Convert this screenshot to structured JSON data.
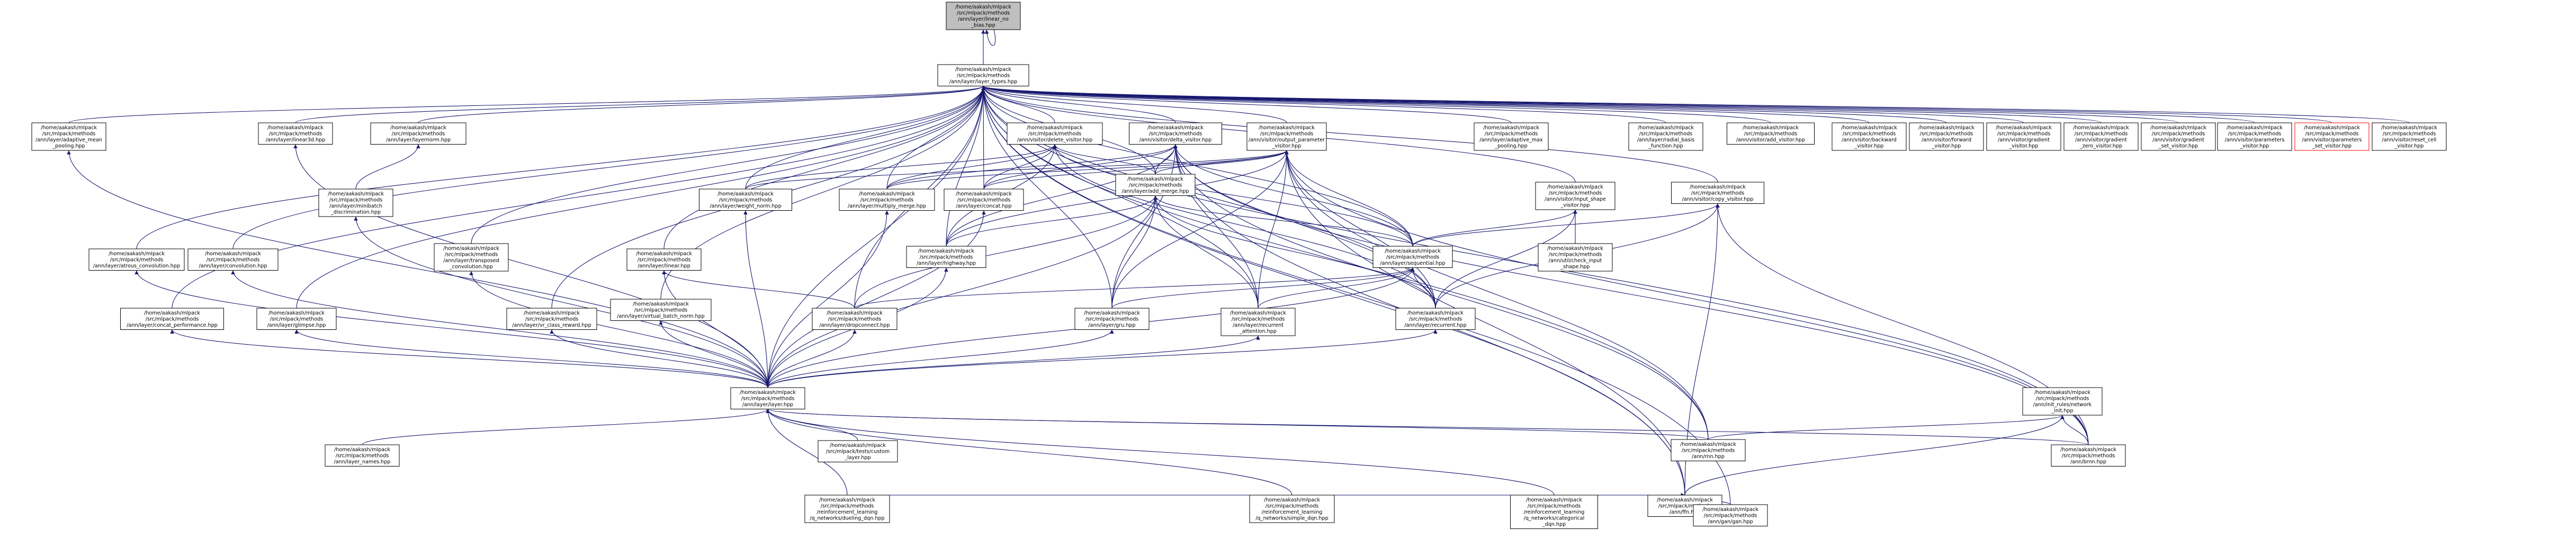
{
  "diagram": {
    "nodes": [
      {
        "id": "root",
        "lines": [
          "/home/aakash/mlpack",
          "/src/mlpack/methods",
          "/ann/layer/linear_no",
          "_bias.hpp"
        ],
        "style": "root"
      },
      {
        "id": "layer_types",
        "lines": [
          "/home/aakash/mlpack",
          "/src/mlpack/methods",
          "/ann/layer/layer_types.hpp"
        ]
      },
      {
        "id": "adaptive_mean_pooling",
        "lines": [
          "/home/aakash/mlpack",
          "/src/mlpack/methods",
          "/ann/layer/adaptive_mean",
          "_pooling.hpp"
        ]
      },
      {
        "id": "linear3d",
        "lines": [
          "/home/aakash/mlpack",
          "/src/mlpack/methods",
          "/ann/layer/linear3d.hpp"
        ]
      },
      {
        "id": "layer_norm",
        "lines": [
          "/home/aakash/mlpack",
          "/src/mlpack/methods",
          "/ann/layer/layernorm.hpp"
        ]
      },
      {
        "id": "minibatch_discrimination",
        "lines": [
          "/home/aakash/mlpack",
          "/src/mlpack/methods",
          "/ann/layer/minibatch",
          "_discrimination.hpp"
        ]
      },
      {
        "id": "atrous_convolution",
        "lines": [
          "/home/aakash/mlpack",
          "/src/mlpack/methods",
          "/ann/layer/atrous_convolution.hpp"
        ]
      },
      {
        "id": "convolution",
        "lines": [
          "/home/aakash/mlpack",
          "/src/mlpack/methods",
          "/ann/layer/convolution.hpp"
        ]
      },
      {
        "id": "transposed_convolution",
        "lines": [
          "/home/aakash/mlpack",
          "/src/mlpack/methods",
          "/ann/layer/transposed",
          "_convolution.hpp"
        ]
      },
      {
        "id": "virtual_batch_norm",
        "lines": [
          "/home/aakash/mlpack",
          "/src/mlpack/methods",
          "/ann/layer/virtual_batch_norm.hpp"
        ]
      },
      {
        "id": "glimpse",
        "lines": [
          "/home/aakash/mlpack",
          "/src/mlpack/methods",
          "/ann/layer/glimpse.hpp"
        ]
      },
      {
        "id": "vr_class_reward",
        "lines": [
          "/home/aakash/mlpack",
          "/src/mlpack/methods",
          "/ann/layer/vr_class_reward.hpp"
        ]
      },
      {
        "id": "linear",
        "lines": [
          "/home/aakash/mlpack",
          "/src/mlpack/methods",
          "/ann/layer/linear.hpp"
        ]
      },
      {
        "id": "weight_norm",
        "lines": [
          "/home/aakash/mlpack",
          "/src/mlpack/methods",
          "/ann/layer/weight_norm.hpp"
        ]
      },
      {
        "id": "multiply_merge",
        "lines": [
          "/home/aakash/mlpack",
          "/src/mlpack/methods",
          "/ann/layer/multiply_merge.hpp"
        ]
      },
      {
        "id": "concat",
        "lines": [
          "/home/aakash/mlpack",
          "/src/mlpack/methods",
          "/ann/layer/concat.hpp"
        ]
      },
      {
        "id": "delete_visitor",
        "lines": [
          "/home/aakash/mlpack",
          "/src/mlpack/methods",
          "/ann/visitor/delete_visitor.hpp"
        ]
      },
      {
        "id": "delta_visitor",
        "lines": [
          "/home/aakash/mlpack",
          "/src/mlpack/methods",
          "/ann/visitor/delta_visitor.hpp"
        ]
      },
      {
        "id": "output_parameter_visitor",
        "lines": [
          "/home/aakash/mlpack",
          "/src/mlpack/methods",
          "/ann/visitor/output_parameter",
          "_visitor.hpp"
        ]
      },
      {
        "id": "add_merge",
        "lines": [
          "/home/aakash/mlpack",
          "/src/mlpack/methods",
          "/ann/layer/add_merge.hpp"
        ]
      },
      {
        "id": "highway",
        "lines": [
          "/home/aakash/mlpack",
          "/src/mlpack/methods",
          "/ann/layer/highway.hpp"
        ]
      },
      {
        "id": "dropconnect",
        "lines": [
          "/home/aakash/mlpack",
          "/src/mlpack/methods",
          "/ann/layer/dropconnect.hpp"
        ]
      },
      {
        "id": "gru",
        "lines": [
          "/home/aakash/mlpack",
          "/src/mlpack/methods",
          "/ann/layer/gru.hpp"
        ]
      },
      {
        "id": "sequential",
        "lines": [
          "/home/aakash/mlpack",
          "/src/mlpack/methods",
          "/ann/layer/sequential.hpp"
        ]
      },
      {
        "id": "recurrent_attention",
        "lines": [
          "/home/aakash/mlpack",
          "/src/mlpack/methods",
          "/ann/layer/recurrent",
          "_attention.hpp"
        ]
      },
      {
        "id": "recurrent",
        "lines": [
          "/home/aakash/mlpack",
          "/src/mlpack/methods",
          "/ann/layer/recurrent.hpp"
        ]
      },
      {
        "id": "adaptive_max_pooling",
        "lines": [
          "/home/aakash/mlpack",
          "/src/mlpack/methods",
          "/ann/layer/adaptive_max",
          "_pooling.hpp"
        ]
      },
      {
        "id": "input_shape_visitor",
        "lines": [
          "/home/aakash/mlpack",
          "/src/mlpack/methods",
          "/ann/visitor/input_shape",
          "_visitor.hpp"
        ]
      },
      {
        "id": "check_input_shape",
        "lines": [
          "/home/aakash/mlpack",
          "/src/mlpack/methods",
          "/ann/util/check_input",
          "_shape.hpp"
        ]
      },
      {
        "id": "copy_visitor",
        "lines": [
          "/home/aakash/mlpack",
          "/src/mlpack/methods",
          "/ann/visitor/copy_visitor.hpp"
        ]
      },
      {
        "id": "radial_basis_function",
        "lines": [
          "/home/aakash/mlpack",
          "/src/mlpack/methods",
          "/ann/layer/radial_basis",
          "_function.hpp"
        ]
      },
      {
        "id": "add_visitor",
        "lines": [
          "/home/aakash/mlpack",
          "/src/mlpack/methods",
          "/ann/visitor/add_visitor.hpp"
        ]
      },
      {
        "id": "backward_visitor",
        "lines": [
          "/home/aakash/mlpack",
          "/src/mlpack/methods",
          "/ann/visitor/backward",
          "_visitor.hpp"
        ]
      },
      {
        "id": "forward_visitor",
        "lines": [
          "/home/aakash/mlpack",
          "/src/mlpack/methods",
          "/ann/visitor/forward",
          "_visitor.hpp"
        ]
      },
      {
        "id": "gradient_visitor",
        "lines": [
          "/home/aakash/mlpack",
          "/src/mlpack/methods",
          "/ann/visitor/gradient",
          "_visitor.hpp"
        ]
      },
      {
        "id": "gradient_zero_visitor",
        "lines": [
          "/home/aakash/mlpack",
          "/src/mlpack/methods",
          "/ann/visitor/gradient",
          "_zero_visitor.hpp"
        ]
      },
      {
        "id": "gradient_set_visitor",
        "lines": [
          "/home/aakash/mlpack",
          "/src/mlpack/methods",
          "/ann/visitor/gradient",
          "_set_visitor.hpp"
        ]
      },
      {
        "id": "parameters_visitor",
        "lines": [
          "/home/aakash/mlpack",
          "/src/mlpack/methods",
          "/ann/visitor/parameters",
          "_visitor.hpp"
        ]
      },
      {
        "id": "parameters_set_visitor",
        "lines": [
          "/home/aakash/mlpack",
          "/src/mlpack/methods",
          "/ann/visitor/parameters",
          "_set_visitor.hpp"
        ],
        "style": "red"
      },
      {
        "id": "reset_cell_visitor",
        "lines": [
          "/home/aakash/mlpack",
          "/src/mlpack/methods",
          "/ann/visitor/reset_cell",
          "_visitor.hpp"
        ]
      },
      {
        "id": "concat_performance",
        "lines": [
          "/home/aakash/mlpack",
          "/src/mlpack/methods",
          "/ann/layer/concat_performance.hpp"
        ]
      },
      {
        "id": "layer",
        "lines": [
          "/home/aakash/mlpack",
          "/src/mlpack/methods",
          "/ann/layer/layer.hpp"
        ]
      },
      {
        "id": "init_rules_network_init",
        "lines": [
          "/home/aakash/mlpack",
          "/src/mlpack/methods",
          "/ann/init_rules/network",
          "_init.hpp"
        ]
      },
      {
        "id": "layer_names",
        "lines": [
          "/home/aakash/mlpack",
          "/src/mlpack/methods",
          "/ann/layer_names.hpp"
        ]
      },
      {
        "id": "custom_layer",
        "lines": [
          "/home/aakash/mlpack",
          "/src/mlpack/tests/custom",
          "_layer.hpp"
        ]
      },
      {
        "id": "rnn",
        "lines": [
          "/home/aakash/mlpack",
          "/src/mlpack/methods",
          "/ann/rnn.hpp"
        ]
      },
      {
        "id": "ffn",
        "lines": [
          "/home/aakash/mlpack",
          "/src/mlpack/methods",
          "/ann/ffn.hpp"
        ]
      },
      {
        "id": "brnn",
        "lines": [
          "/home/aakash/mlpack",
          "/src/mlpack/methods",
          "/ann/brnn.hpp"
        ]
      },
      {
        "id": "dueling_dqn",
        "lines": [
          "/home/aakash/mlpack",
          "/src/mlpack/methods",
          "/reinforcement_learning",
          "/q_networks/dueling_dqn.hpp"
        ]
      },
      {
        "id": "simple_dqn",
        "lines": [
          "/home/aakash/mlpack",
          "/src/mlpack/methods",
          "/reinforcement_learning",
          "/q_networks/simple_dqn.hpp"
        ]
      },
      {
        "id": "categorical_dqn",
        "lines": [
          "/home/aakash/mlpack",
          "/src/mlpack/methods",
          "/reinforcement_learning",
          "/q_networks/categorical",
          "_dqn.hpp"
        ]
      },
      {
        "id": "gan",
        "lines": [
          "/home/aakash/mlpack",
          "/src/mlpack/methods",
          "/ann/gan/gan.hpp"
        ]
      }
    ],
    "edges": [
      [
        "layer_types",
        "root"
      ],
      [
        "adaptive_mean_pooling",
        "layer_types"
      ],
      [
        "linear3d",
        "layer_types"
      ],
      [
        "layer_norm",
        "layer_types"
      ],
      [
        "atrous_convolution",
        "layer_types"
      ],
      [
        "convolution",
        "layer_types"
      ],
      [
        "transposed_convolution",
        "layer_types"
      ],
      [
        "virtual_batch_norm",
        "layer_types"
      ],
      [
        "glimpse",
        "layer_types"
      ],
      [
        "vr_class_reward",
        "layer_types"
      ],
      [
        "linear",
        "layer_types"
      ],
      [
        "weight_norm",
        "layer_types"
      ],
      [
        "multiply_merge",
        "layer_types"
      ],
      [
        "concat",
        "layer_types"
      ],
      [
        "delete_visitor",
        "layer_types"
      ],
      [
        "delta_visitor",
        "layer_types"
      ],
      [
        "output_parameter_visitor",
        "layer_types"
      ],
      [
        "add_merge",
        "layer_types"
      ],
      [
        "highway",
        "layer_types"
      ],
      [
        "dropconnect",
        "layer_types"
      ],
      [
        "gru",
        "layer_types"
      ],
      [
        "sequential",
        "layer_types"
      ],
      [
        "recurrent_attention",
        "layer_types"
      ],
      [
        "recurrent",
        "layer_types"
      ],
      [
        "adaptive_max_pooling",
        "layer_types"
      ],
      [
        "input_shape_visitor",
        "layer_types"
      ],
      [
        "copy_visitor",
        "layer_types"
      ],
      [
        "radial_basis_function",
        "layer_types"
      ],
      [
        "add_visitor",
        "layer_types"
      ],
      [
        "backward_visitor",
        "layer_types"
      ],
      [
        "forward_visitor",
        "layer_types"
      ],
      [
        "gradient_visitor",
        "layer_types"
      ],
      [
        "gradient_zero_visitor",
        "layer_types"
      ],
      [
        "gradient_set_visitor",
        "layer_types"
      ],
      [
        "parameters_visitor",
        "layer_types"
      ],
      [
        "parameters_set_visitor",
        "layer_types"
      ],
      [
        "reset_cell_visitor",
        "layer_types"
      ],
      [
        "concat_performance",
        "layer_types"
      ],
      [
        "layer",
        "layer_types"
      ],
      [
        "rnn",
        "layer_types"
      ],
      [
        "ffn",
        "layer_types"
      ],
      [
        "brnn",
        "layer_types"
      ],
      [
        "gan",
        "layer_types"
      ],
      [
        "minibatch_discrimination",
        "layer_norm"
      ],
      [
        "weight_norm",
        "delete_visitor"
      ],
      [
        "multiply_merge",
        "delete_visitor"
      ],
      [
        "concat",
        "delete_visitor"
      ],
      [
        "add_merge",
        "delete_visitor"
      ],
      [
        "highway",
        "delete_visitor"
      ],
      [
        "sequential",
        "delete_visitor"
      ],
      [
        "recurrent",
        "delete_visitor"
      ],
      [
        "multiply_merge",
        "delta_visitor"
      ],
      [
        "concat",
        "delta_visitor"
      ],
      [
        "add_merge",
        "delta_visitor"
      ],
      [
        "highway",
        "delta_visitor"
      ],
      [
        "gru",
        "delta_visitor"
      ],
      [
        "sequential",
        "delta_visitor"
      ],
      [
        "recurrent_attention",
        "delta_visitor"
      ],
      [
        "recurrent",
        "delta_visitor"
      ],
      [
        "rnn",
        "delta_visitor"
      ],
      [
        "ffn",
        "delta_visitor"
      ],
      [
        "brnn",
        "delta_visitor"
      ],
      [
        "weight_norm",
        "output_parameter_visitor"
      ],
      [
        "multiply_merge",
        "output_parameter_visitor"
      ],
      [
        "concat",
        "output_parameter_visitor"
      ],
      [
        "add_merge",
        "output_parameter_visitor"
      ],
      [
        "highway",
        "output_parameter_visitor"
      ],
      [
        "gru",
        "output_parameter_visitor"
      ],
      [
        "sequential",
        "output_parameter_visitor"
      ],
      [
        "recurrent_attention",
        "output_parameter_visitor"
      ],
      [
        "recurrent",
        "output_parameter_visitor"
      ],
      [
        "rnn",
        "output_parameter_visitor"
      ],
      [
        "ffn",
        "output_parameter_visitor"
      ],
      [
        "brnn",
        "output_parameter_visitor"
      ],
      [
        "highway",
        "add_merge"
      ],
      [
        "sequential",
        "add_merge"
      ],
      [
        "gru",
        "add_merge"
      ],
      [
        "recurrent_attention",
        "add_merge"
      ],
      [
        "recurrent",
        "add_merge"
      ],
      [
        "dropconnect",
        "add_merge"
      ],
      [
        "gru",
        "sequential"
      ],
      [
        "recurrent_attention",
        "sequential"
      ],
      [
        "recurrent",
        "sequential"
      ],
      [
        "dropconnect",
        "sequential"
      ],
      [
        "sequential",
        "input_shape_visitor"
      ],
      [
        "recurrent",
        "input_shape_visitor"
      ],
      [
        "check_input_shape",
        "input_shape_visitor"
      ],
      [
        "sequential",
        "copy_visitor"
      ],
      [
        "recurrent",
        "copy_visitor"
      ],
      [
        "ffn",
        "copy_visitor"
      ],
      [
        "brnn",
        "copy_visitor"
      ],
      [
        "dropconnect",
        "linear"
      ],
      [
        "layer",
        "adaptive_mean_pooling"
      ],
      [
        "layer",
        "linear3d"
      ],
      [
        "layer",
        "minibatch_discrimination"
      ],
      [
        "layer",
        "atrous_convolution"
      ],
      [
        "layer",
        "convolution"
      ],
      [
        "layer",
        "transposed_convolution"
      ],
      [
        "layer",
        "virtual_batch_norm"
      ],
      [
        "layer",
        "glimpse"
      ],
      [
        "layer",
        "vr_class_reward"
      ],
      [
        "layer",
        "linear"
      ],
      [
        "layer",
        "weight_norm"
      ],
      [
        "layer",
        "multiply_merge"
      ],
      [
        "layer",
        "concat"
      ],
      [
        "layer",
        "add_merge"
      ],
      [
        "layer",
        "highway"
      ],
      [
        "layer",
        "dropconnect"
      ],
      [
        "layer",
        "gru"
      ],
      [
        "layer",
        "sequential"
      ],
      [
        "layer",
        "recurrent_attention"
      ],
      [
        "layer",
        "recurrent"
      ],
      [
        "layer",
        "concat_performance"
      ],
      [
        "layer_names",
        "layer"
      ],
      [
        "custom_layer",
        "layer"
      ],
      [
        "rnn",
        "layer"
      ],
      [
        "brnn",
        "layer"
      ],
      [
        "dueling_dqn",
        "layer"
      ],
      [
        "simple_dqn",
        "layer"
      ],
      [
        "categorical_dqn",
        "layer"
      ],
      [
        "rnn",
        "init_rules_network_init"
      ],
      [
        "ffn",
        "init_rules_network_init"
      ],
      [
        "brnn",
        "init_rules_network_init"
      ],
      [
        "dueling_dqn",
        "ffn"
      ],
      [
        "simple_dqn",
        "ffn"
      ],
      [
        "categorical_dqn",
        "ffn"
      ],
      [
        "gan",
        "ffn"
      ]
    ]
  }
}
